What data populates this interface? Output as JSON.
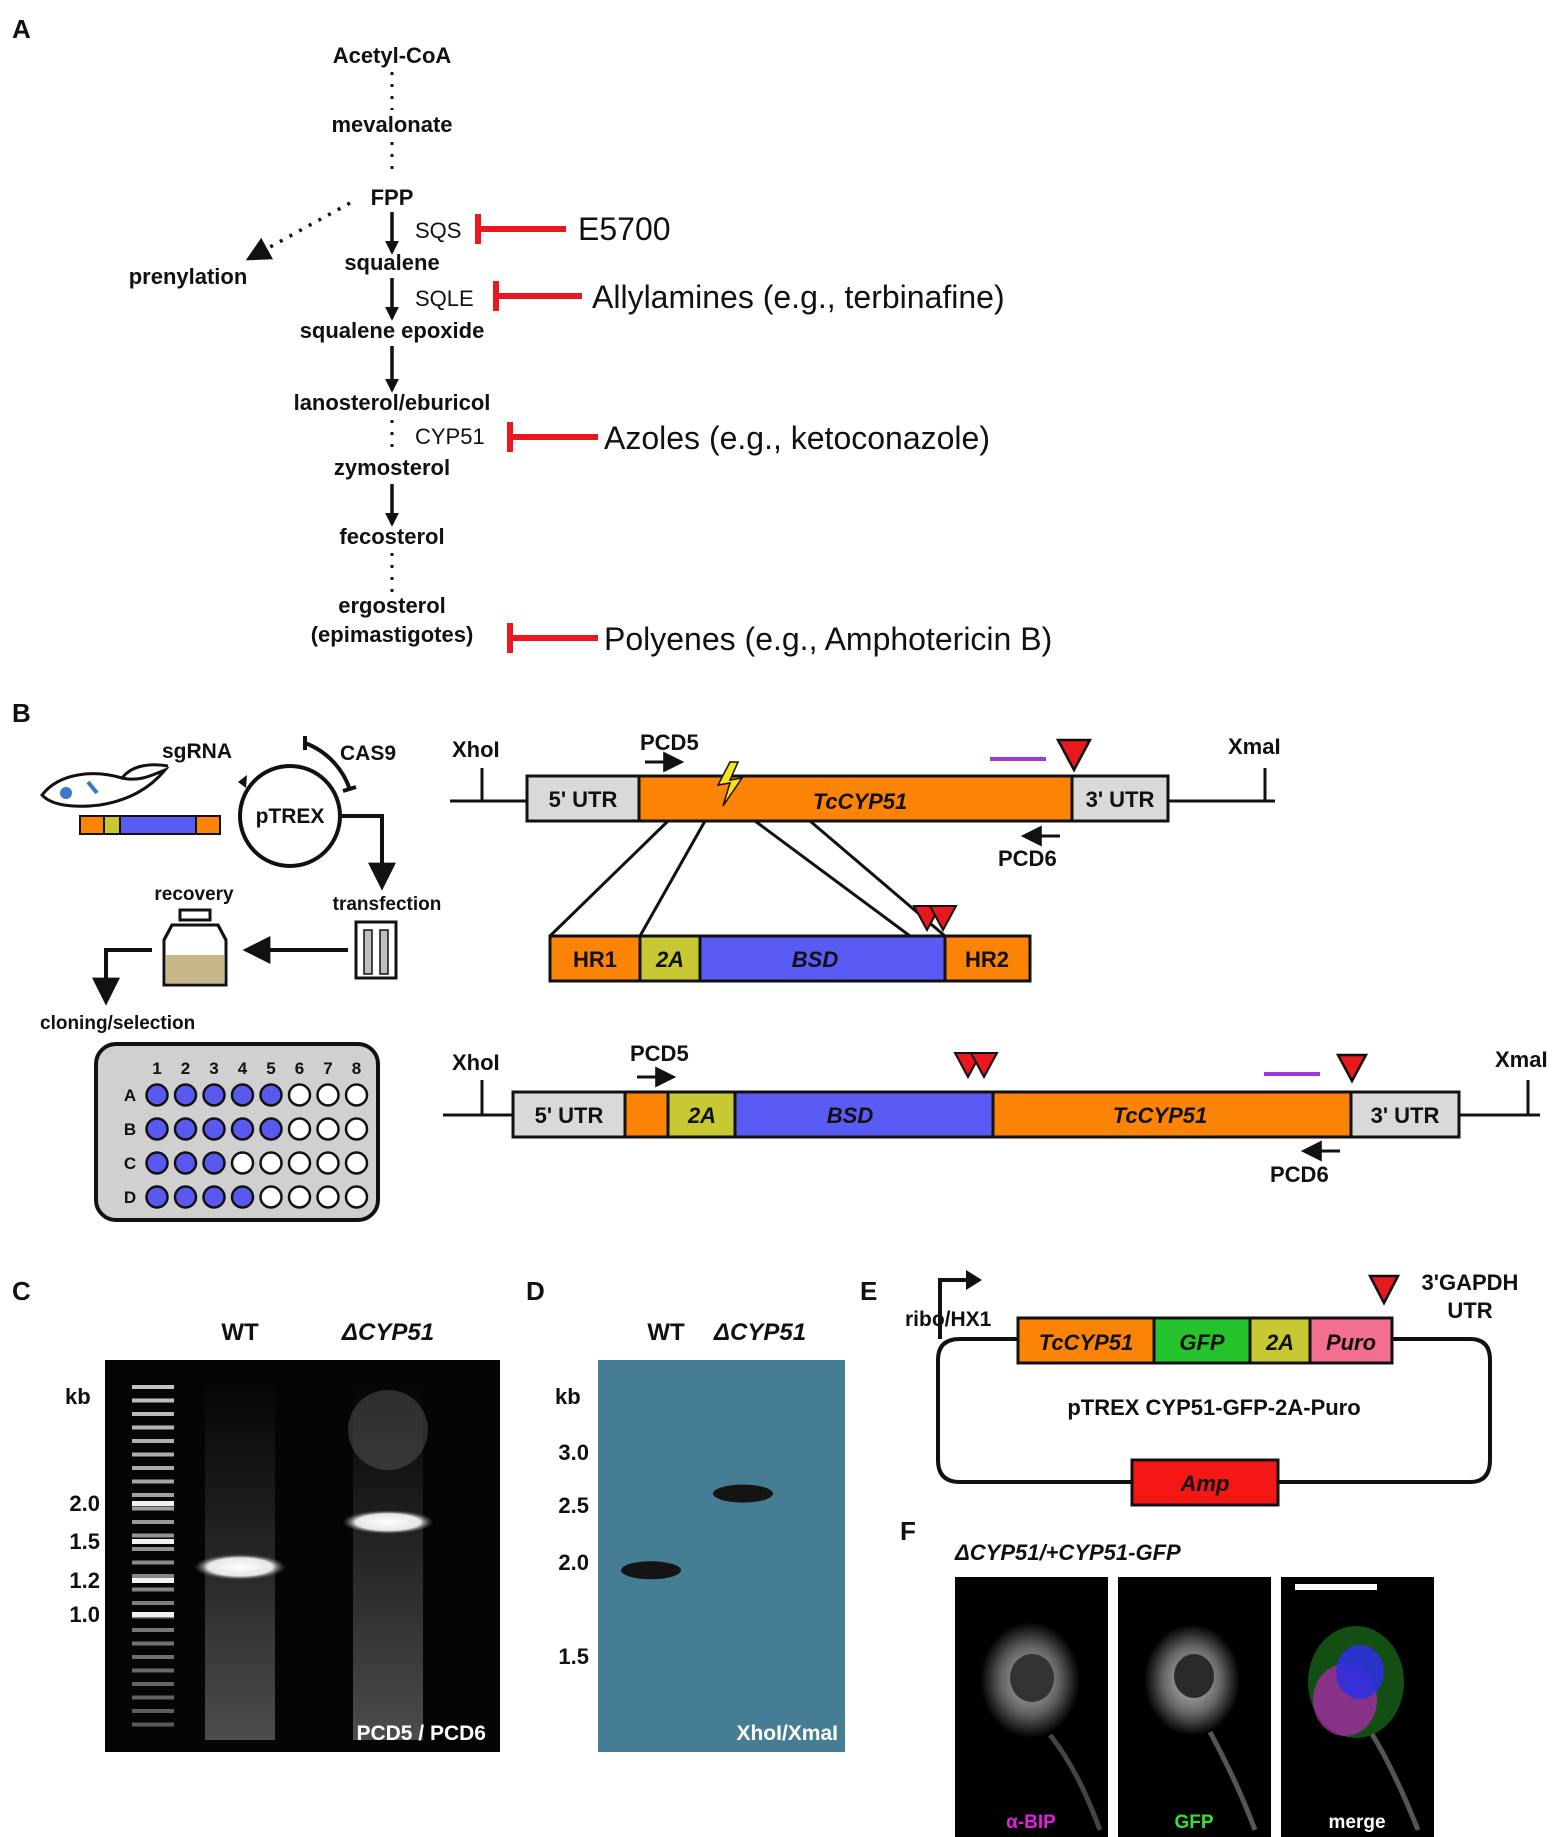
{
  "panels": {
    "A": "A",
    "B": "B",
    "C": "C",
    "D": "D",
    "E": "E",
    "F": "F"
  },
  "pathway": {
    "acetyl_coa": "Acetyl-CoA",
    "mevalonate": "mevalonate",
    "fpp": "FPP",
    "prenylation": "prenylation",
    "squalene": "squalene",
    "squalene_epoxide": "squalene epoxide",
    "lanosterol": "lanosterol/eburicol",
    "zymosterol": "zymosterol",
    "fecosterol": "fecosterol",
    "ergosterol": "ergosterol",
    "epimastigotes": "(epimastigotes)",
    "enzymes": {
      "sqs": "SQS",
      "sqle": "SQLE",
      "cyp51": "CYP51"
    },
    "inhibitors": {
      "e5700": "E5700",
      "allylamines": "Allylamines (e.g., terbinafine)",
      "azoles": "Azoles (e.g., ketoconazole)",
      "polyenes": "Polyenes (e.g., Amphotericin  B)"
    },
    "colors": {
      "inhibitor": "#e8191e"
    }
  },
  "workflow": {
    "sgrna": "sgRNA",
    "cas9": "CAS9",
    "ptrex": "pTREX",
    "transfection": "transfection",
    "recovery": "recovery",
    "cloning": "cloning/selection",
    "plate_cols": [
      "1",
      "2",
      "3",
      "4",
      "5",
      "6",
      "7",
      "8"
    ],
    "plate_rows": [
      "A",
      "B",
      "C",
      "D"
    ],
    "plate_filled": [
      5,
      5,
      3,
      4
    ],
    "colors": {
      "filled_well": "#5959f0",
      "plate": "#d0d0d0"
    }
  },
  "locus": {
    "xhoi": "XhoI",
    "xmai": "XmaI",
    "pcd5": "PCD5",
    "pcd6": "PCD6",
    "utr5": "5' UTR",
    "utr3": "3' UTR",
    "gene": "TcCYP51",
    "hr1": "HR1",
    "p2a": "2A",
    "bsd": "BSD",
    "hr2": "HR2",
    "colors": {
      "orange": "#fb8305",
      "grey": "#d9d9d9",
      "olive": "#c8c832",
      "bsd": "#5a5af5",
      "probe": "#a03ad2",
      "marker": "#e8191e"
    }
  },
  "gel_c": {
    "lane_wt": "WT",
    "lane_ko": "ΔCYP51",
    "kb": "kb",
    "markers": [
      "2.0",
      "1.5",
      "1.2",
      "1.0"
    ],
    "primers": "PCD5 / PCD6",
    "band_wt_kb": 1.3,
    "band_ko_kb": 1.75
  },
  "blot_d": {
    "lane_wt": "WT",
    "lane_ko": "ΔCYP51",
    "kb": "kb",
    "markers": [
      "3.0",
      "2.5",
      "2.0",
      "1.5"
    ],
    "digest": "XhoI/XmaI",
    "band_wt_kb": 1.95,
    "band_ko_kb": 2.6,
    "colors": {
      "membrane": "#457e94"
    }
  },
  "plasmid_e": {
    "promoter": "ribo/HX1",
    "utr": "3'GAPDH",
    "utr2": "UTR",
    "gene": "TcCYP51",
    "gfp": "GFP",
    "p2a": "2A",
    "puro": "Puro",
    "name": "pTREX  CYP51-GFP-2A-Puro",
    "amp": "Amp",
    "colors": {
      "gfp": "#25c42c",
      "puro": "#f26f90",
      "amp": "#f51616"
    }
  },
  "micro_f": {
    "title": "ΔCYP51/+CYP51-GFP",
    "bip": "α-BIP",
    "gfp": "GFP",
    "merge": "merge",
    "colors": {
      "bip": "#e020e0",
      "gfp": "#33e033",
      "merge": "#ffffff"
    }
  }
}
